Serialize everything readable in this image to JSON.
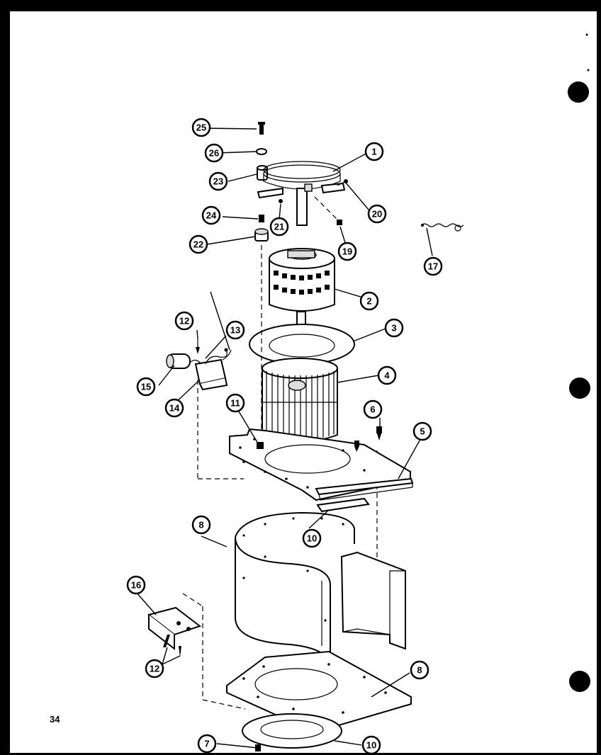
{
  "page_number": "34",
  "callouts": [
    {
      "label": "1"
    },
    {
      "label": "2"
    },
    {
      "label": "3"
    },
    {
      "label": "4"
    },
    {
      "label": "5"
    },
    {
      "label": "6"
    },
    {
      "label": "7"
    },
    {
      "label": "8"
    },
    {
      "label": "8"
    },
    {
      "label": "10"
    },
    {
      "label": "10"
    },
    {
      "label": "11"
    },
    {
      "label": "12"
    },
    {
      "label": "12"
    },
    {
      "label": "13"
    },
    {
      "label": "14"
    },
    {
      "label": "15"
    },
    {
      "label": "16"
    },
    {
      "label": "17"
    },
    {
      "label": "19"
    },
    {
      "label": "20"
    },
    {
      "label": "21"
    },
    {
      "label": "22"
    },
    {
      "label": "23"
    },
    {
      "label": "24"
    },
    {
      "label": "25"
    },
    {
      "label": "26"
    }
  ]
}
